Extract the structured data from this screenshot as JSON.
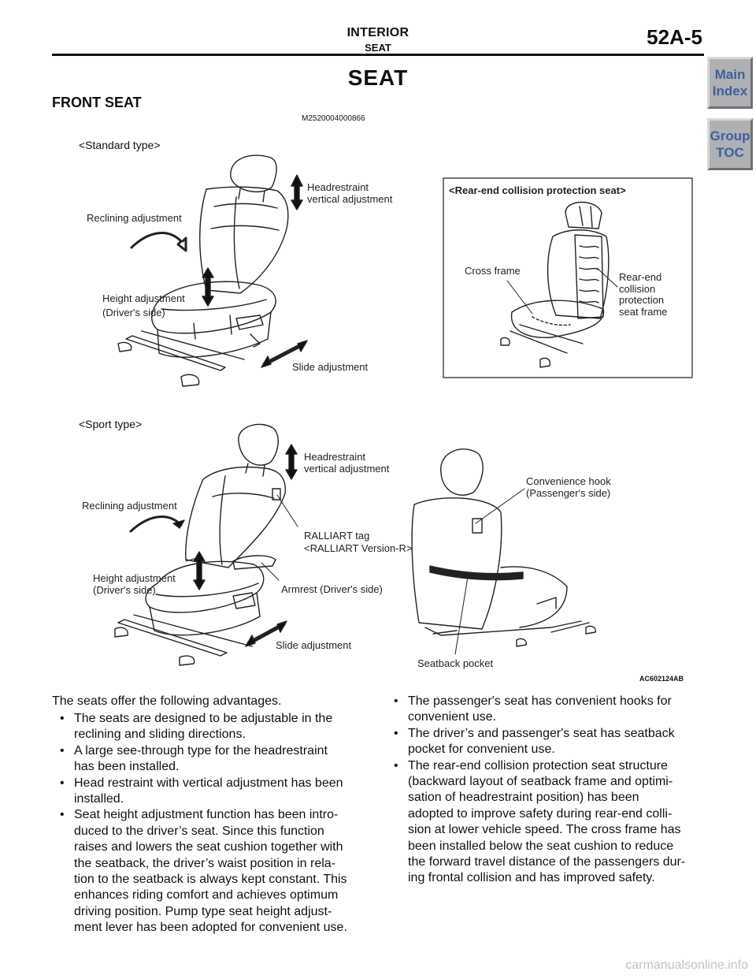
{
  "header": {
    "section": "INTERIOR",
    "subsection": "SEAT",
    "page": "52A-5"
  },
  "nav": {
    "main_line1": "Main",
    "main_line2": "Index",
    "toc_line1": "Group",
    "toc_line2": "TOC"
  },
  "title": "SEAT",
  "heading": "FRONT SEAT",
  "doc_id": "M2520004000866",
  "figure": {
    "code": "AC602124AB",
    "standard": {
      "caption": "<Standard type>",
      "headrestraint": [
        "Headrestraint",
        "vertical adjustment"
      ],
      "reclining": "Reclining adjustment",
      "height": [
        "Height adjustment",
        "(Driver's side)"
      ],
      "slide": "Slide adjustment"
    },
    "rear_end": {
      "caption": "<Rear-end collision protection seat>",
      "cross_frame": "Cross frame",
      "seat_frame": [
        "Rear-end",
        "collision",
        "protection",
        "seat frame"
      ]
    },
    "sport": {
      "caption": "<Sport type>",
      "headrestraint": [
        "Headrestraint",
        "vertical adjustment"
      ],
      "reclining": "Reclining adjustment",
      "ralliart": [
        "RALLIART tag",
        "<RALLIART Version-R>"
      ],
      "height": [
        "Height adjustment",
        "(Driver's side)"
      ],
      "armrest": "Armrest (Driver's side)",
      "slide": "Slide adjustment",
      "hook": [
        "Convenience hook",
        "(Passenger's side)"
      ],
      "pocket": "Seatback pocket"
    }
  },
  "body": {
    "intro": "The seats offer the following advantages.",
    "bullet": "•",
    "left": [
      [
        "The seats are designed to be adjustable in the",
        "reclining and sliding directions."
      ],
      [
        "A large see-through type for the headrestraint",
        "has been installed."
      ],
      [
        "Head restraint with vertical adjustment has been",
        "installed."
      ],
      [
        "Seat height adjustment function has been intro-",
        "duced to the driver’s seat. Since this function",
        "raises and lowers the seat cushion together with",
        "the seatback, the driver’s waist position in rela-",
        "tion to the seatback is always kept constant. This",
        "enhances riding comfort and achieves optimum",
        "driving position. Pump type seat height adjust-",
        "ment lever has been adopted for convenient use."
      ]
    ],
    "right": [
      [
        "The passenger's seat has convenient hooks for",
        "convenient use."
      ],
      [
        "The driver’s and passenger's seat has seatback",
        "pocket for convenient use."
      ],
      [
        "The rear-end collision protection seat structure",
        "(backward layout of seatback frame and optimi-",
        "sation of headrestraint position) has been",
        "adopted to improve safety during rear-end colli-",
        "sion at lower vehicle speed. The cross frame has",
        "been installed below the seat cushion to reduce",
        "the forward travel distance of the passengers dur-",
        "ing frontal collision and has improved safety."
      ]
    ]
  },
  "watermark": "carmanualsonline.info"
}
